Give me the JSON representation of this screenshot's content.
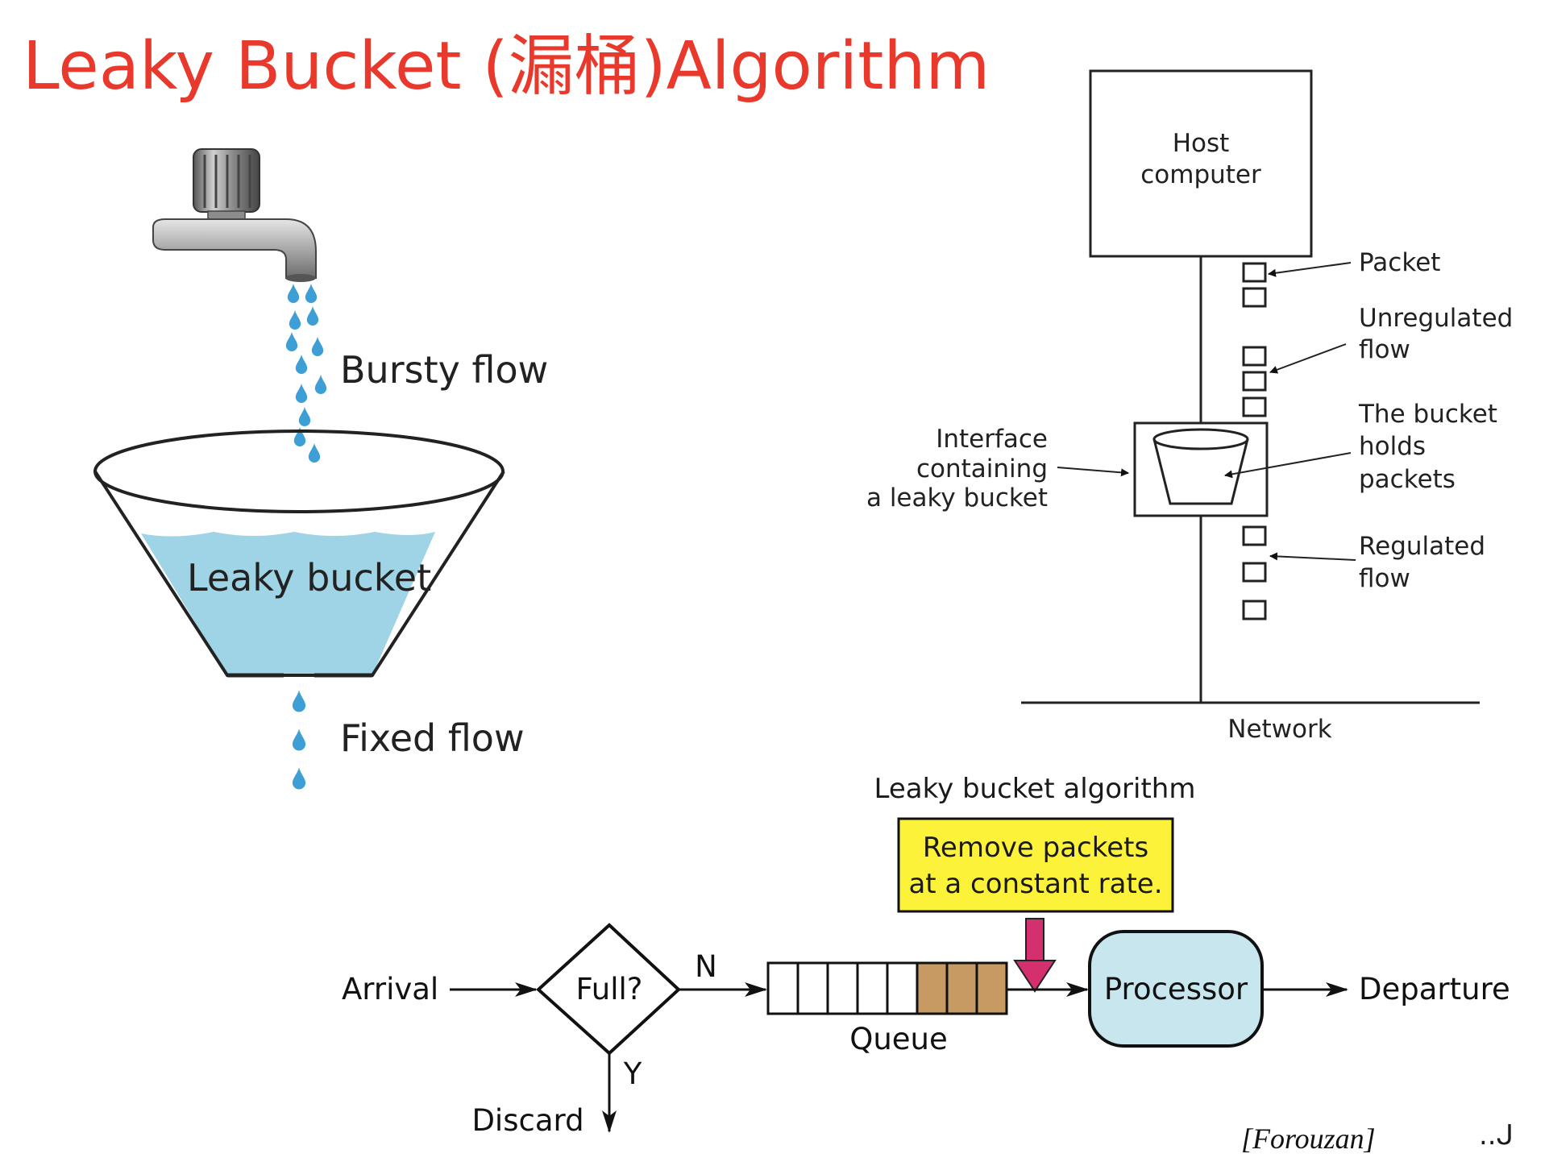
{
  "title": "Leaky Bucket (漏桶)Algorithm",
  "bucket_illustration": {
    "bursty_flow": "Bursty flow",
    "leaky_bucket": "Leaky bucket",
    "fixed_flow": "Fixed flow",
    "water_color": "#9fd3e6",
    "drop_color": "#3d9fd6"
  },
  "tanenbaum_figure": {
    "host_line1": "Host",
    "host_line2": "computer",
    "packet": "Packet",
    "unregulated_line1": "Unregulated",
    "unregulated_line2": "flow",
    "bucket_holds_line1": "The bucket",
    "bucket_holds_line2": "holds",
    "bucket_holds_line3": "packets",
    "interface_line1": "Interface",
    "interface_line2": "containing",
    "interface_line3": "a leaky bucket",
    "regulated_line1": "Regulated",
    "regulated_line2": "flow",
    "network": "Network"
  },
  "flowchart": {
    "heading": "Leaky bucket algorithm",
    "note_line1": "Remove packets",
    "note_line2": "at a constant rate.",
    "arrival": "Arrival",
    "decision": "Full?",
    "no": "N",
    "yes": "Y",
    "discard": "Discard",
    "queue": "Queue",
    "processor": "Processor",
    "departure": "Departure",
    "note_color": "#fdf23a",
    "processor_color": "#c7e6ee",
    "queue_fill_color": "#c79a63",
    "arrow_color": "#d4306f"
  },
  "credit": "[Forouzan]",
  "page_number_fragment": "..ᒍ"
}
